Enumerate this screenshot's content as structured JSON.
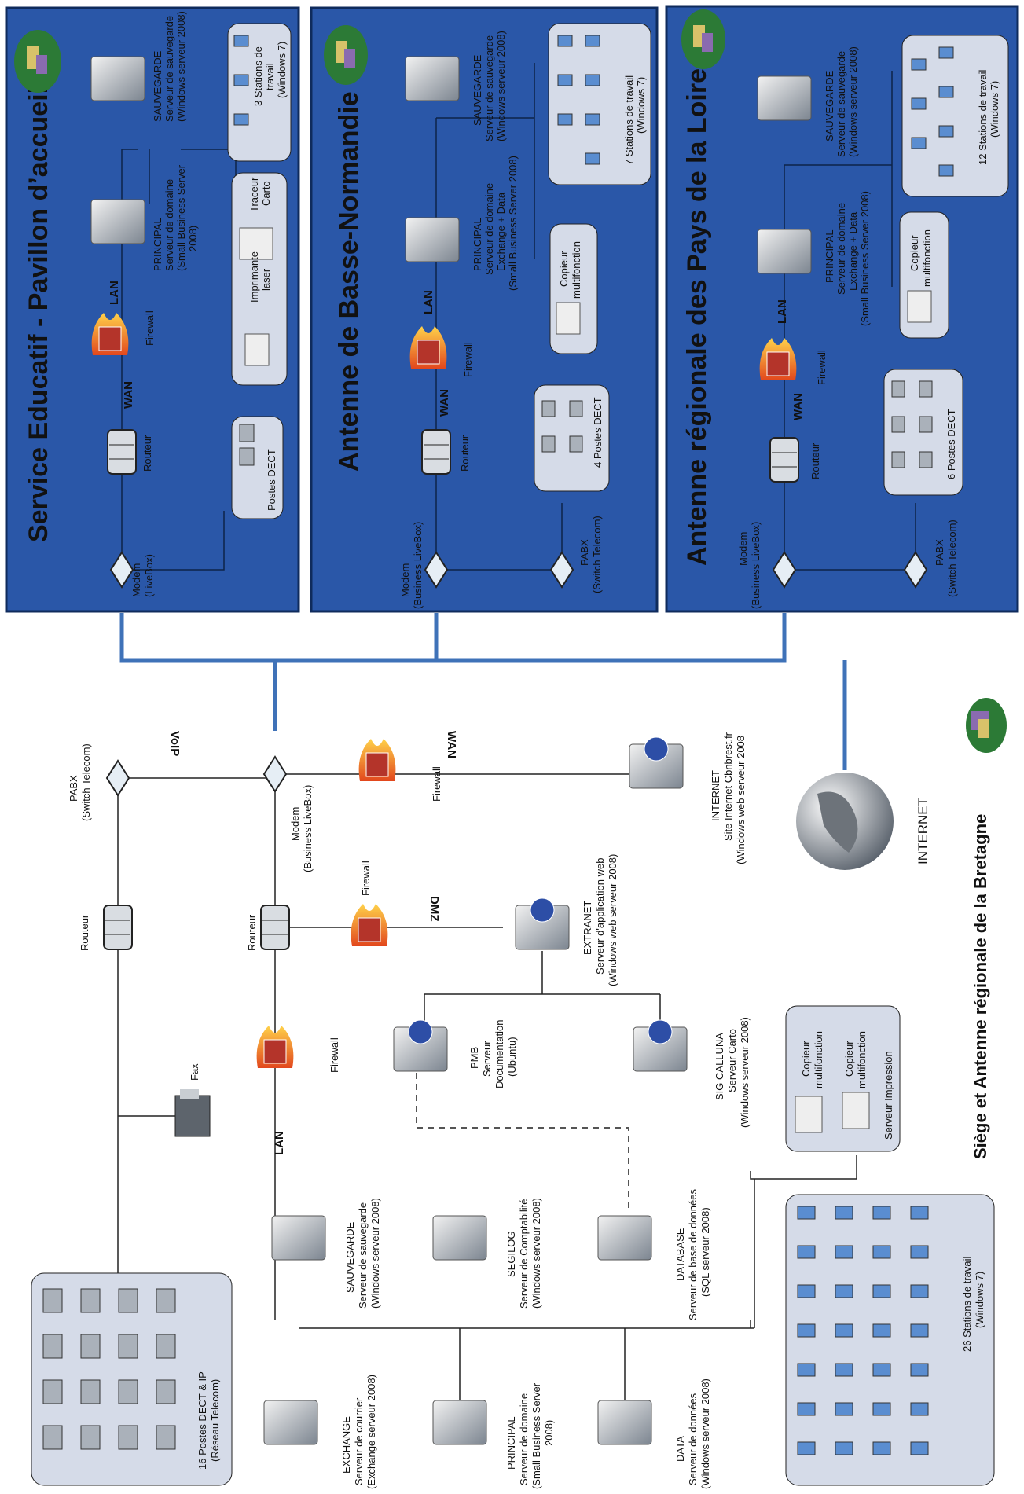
{
  "panels": {
    "service": {
      "title": "Service Educatif - Pavillon d’accueil",
      "modem": [
        "Modem",
        "(LiveBox)"
      ],
      "router": [
        "Routeur"
      ],
      "wan": "WAN",
      "firewall": [
        "Firewall"
      ],
      "lan": "LAN",
      "principal": [
        "PRINCIPAL",
        "Serveur de domaine",
        "(Small Business Server",
        "2008)"
      ],
      "sauvegarde": [
        "SAUVEGARDE",
        "Serveur de sauvegarde",
        "(Windows serveur 2008)"
      ],
      "dect": [
        "Postes DECT"
      ],
      "printer": [
        "Imprimante",
        "laser"
      ],
      "plotter": [
        "Traceur",
        "Carto"
      ],
      "stations": [
        "3 Stations de",
        "travail",
        "(Windows 7)"
      ]
    },
    "basse": {
      "title": "Antenne de Basse-Normandie",
      "modem": [
        "Modem",
        "(Business LiveBox)"
      ],
      "router": [
        "Routeur"
      ],
      "wan": "WAN",
      "firewall": [
        "Firewall"
      ],
      "lan": "LAN",
      "principal": [
        "PRINCIPAL",
        "Serveur de domaine",
        "Exchange + Data",
        "(Small Business Server 2008)"
      ],
      "sauvegarde": [
        "SAUVEGARDE",
        "Serveur de sauvegarde",
        "(Windows serveur 2008)"
      ],
      "pabx": [
        "PABX",
        "(Switch Telecom)"
      ],
      "dect": [
        "4 Postes DECT"
      ],
      "copier": [
        "Copieur",
        "multifonction"
      ],
      "stations": [
        "7 Stations de travail",
        "(Windows 7)"
      ]
    },
    "loire": {
      "title": "Antenne régionale des Pays de la Loire",
      "modem": [
        "Modem",
        "(Business LiveBox)"
      ],
      "router": [
        "Routeur"
      ],
      "wan": "WAN",
      "firewall": [
        "Firewall"
      ],
      "lan": "LAN",
      "principal": [
        "PRINCIPAL",
        "Serveur de domaine",
        "Exchange + Data",
        "(Small Business Server 2008)"
      ],
      "sauvegarde": [
        "SAUVEGARDE",
        "Serveur de sauvegarde",
        "(Windows serveur 2008)"
      ],
      "pabx": [
        "PABX",
        "(Switch Telecom)"
      ],
      "dect": [
        "6 Postes DECT"
      ],
      "copier": [
        "Copieur",
        "multifonction"
      ],
      "stations": [
        "12 Stations de travail",
        "(Windows 7)"
      ]
    }
  },
  "siege": {
    "title": "Siège et Antenne régionale de la Bretagne",
    "pabx": [
      "PABX",
      "(Switch Telecom)"
    ],
    "voip": "VoIP",
    "modem": [
      "Modem",
      "(Business LiveBox)"
    ],
    "firewall_wan": [
      "Firewall"
    ],
    "wan": "WAN",
    "internet_server": [
      "INTERNET",
      "Site Internet Cbnbrest.fr",
      "(Windows web serveur 2008"
    ],
    "globe": "INTERNET",
    "router_top": [
      "Routeur"
    ],
    "router_mid": [
      "Routeur"
    ],
    "firewall_dmz": [
      "Firewall"
    ],
    "dmz": "DMZ",
    "extranet": [
      "EXTRANET",
      "Serveur d'application web",
      "(Windows web serveur 2008)"
    ],
    "firewall_lan": [
      "Firewall"
    ],
    "lan": "LAN",
    "pmb": [
      "PMB",
      "Serveur",
      "Documentation",
      "(Ubuntu)"
    ],
    "sig": [
      "SIG  CALLUNA",
      "Serveur Carto",
      "(Windows serveur 2008)"
    ],
    "fax": [
      "Fax"
    ],
    "copiers": [
      "Copieur",
      "multifonction"
    ],
    "print_server": [
      "Serveur Impression"
    ],
    "sauvegarde": [
      "SAUVEGARDE",
      "Serveur de sauvegarde",
      "(Windows serveur 2008)"
    ],
    "segilog": [
      "SEGILOG",
      "Serveur de Comptabilité",
      "(Windows serveur 2008)"
    ],
    "database": [
      "DATABASE",
      "Serveur de base de données",
      "(SQL serveur 2008)"
    ],
    "exchange": [
      "EXCHANGE",
      "Serveur de courrier",
      "(Exchange serveur 2008)"
    ],
    "principal": [
      "PRINCIPAL",
      "Serveur de domaine",
      "(Small Business Server",
      "2008)"
    ],
    "data": [
      "DATA",
      "Serveur de données",
      "(Windows serveur 2008)"
    ],
    "dect": [
      "16 Postes DECT & IP",
      "(Réseau Telecom)"
    ],
    "stations": [
      "26 Stations de travail",
      "(Windows 7)"
    ]
  },
  "colors": {
    "panel_bg": "#2a57a8",
    "panel_border": "#0f2b5c",
    "inner_box": "#d5dbe8",
    "link": "#3f72b8",
    "device": "#9aa3ad"
  }
}
